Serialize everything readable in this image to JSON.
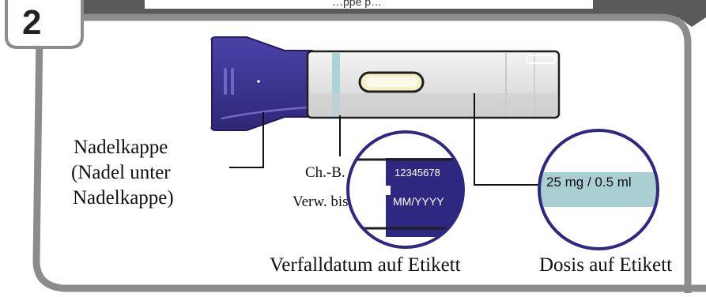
{
  "step": {
    "number": "2",
    "header_text": "…ppe p…"
  },
  "labels": {
    "needle_cap": [
      "Nadelkappe",
      "(Nadel unter",
      "Nadelkappe)"
    ],
    "batch": "Ch.-B.",
    "expiry_short": "Verw. bis",
    "expiry_caption": "Verfalldatum auf Etikett",
    "dose_caption": "Dosis auf Etikett"
  },
  "label_zoom": {
    "batch_number": "12345678",
    "expiry_format": "MM/YYYY",
    "dose": "25 mg / 0.5 ml"
  },
  "colors": {
    "cap_purple": "#3d3592",
    "label_purple": "#2e2880",
    "dose_band": "#a9cfd3",
    "window_stripe": "#a8d4d8",
    "frame_gray": "#8c8c8c"
  }
}
